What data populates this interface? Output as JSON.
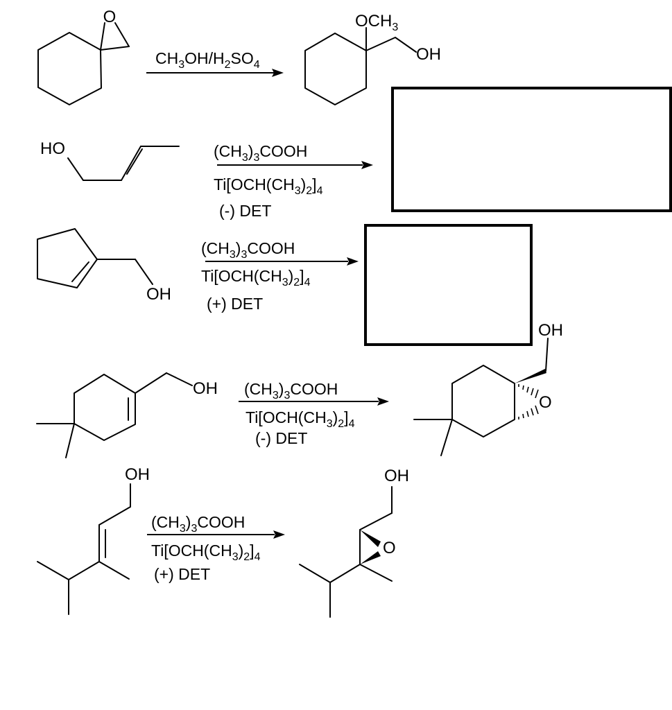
{
  "reactions": [
    {
      "id": "r1",
      "reagents": [
        [
          {
            "t": "CH"
          },
          {
            "t": "3",
            "sub": true
          },
          {
            "t": "OH/H"
          },
          {
            "t": "2",
            "sub": true
          },
          {
            "t": "SO"
          },
          {
            "t": "4",
            "sub": true
          }
        ]
      ],
      "product_labels": {
        "methoxy": [
          {
            "t": "OCH"
          },
          {
            "t": "3",
            "sub": true
          }
        ],
        "hydroxyl": "OH"
      },
      "reactant_labels": {
        "epoxide_o": "O"
      }
    },
    {
      "id": "r2",
      "reagents": [
        [
          {
            "t": "(CH"
          },
          {
            "t": "3",
            "sub": true
          },
          {
            "t": ")"
          },
          {
            "t": "3",
            "sub": true
          },
          {
            "t": "COOH"
          }
        ],
        [
          {
            "t": "Ti[OCH(CH"
          },
          {
            "t": "3",
            "sub": true
          },
          {
            "t": ")"
          },
          {
            "t": "2",
            "sub": true
          },
          {
            "t": "]"
          },
          {
            "t": "4",
            "sub": true
          }
        ],
        [
          {
            "t": "(-) DET"
          }
        ]
      ],
      "reactant_labels": {
        "hydroxyl": "HO"
      },
      "product": "blank-answer-box"
    },
    {
      "id": "r3",
      "reagents": [
        [
          {
            "t": "(CH"
          },
          {
            "t": "3",
            "sub": true
          },
          {
            "t": ")"
          },
          {
            "t": "3",
            "sub": true
          },
          {
            "t": "COOH"
          }
        ],
        [
          {
            "t": "Ti[OCH(CH"
          },
          {
            "t": "3",
            "sub": true
          },
          {
            "t": ")"
          },
          {
            "t": "2",
            "sub": true
          },
          {
            "t": "]"
          },
          {
            "t": "4",
            "sub": true
          }
        ],
        [
          {
            "t": "(+) DET"
          }
        ]
      ],
      "reactant_labels": {
        "hydroxyl": "OH"
      },
      "product": "blank-answer-box"
    },
    {
      "id": "r4",
      "reagents": [
        [
          {
            "t": "(CH"
          },
          {
            "t": "3",
            "sub": true
          },
          {
            "t": ")"
          },
          {
            "t": "3",
            "sub": true
          },
          {
            "t": "COOH"
          }
        ],
        [
          {
            "t": "Ti[OCH(CH"
          },
          {
            "t": "3",
            "sub": true
          },
          {
            "t": ")"
          },
          {
            "t": "2",
            "sub": true
          },
          {
            "t": "]"
          },
          {
            "t": "4",
            "sub": true
          }
        ],
        [
          {
            "t": "(-) DET"
          }
        ]
      ],
      "reactant_labels": {
        "hydroxyl": "OH"
      },
      "product_labels": {
        "hydroxyl": "OH",
        "epoxide_o": "O"
      }
    },
    {
      "id": "r5",
      "reagents": [
        [
          {
            "t": "(CH"
          },
          {
            "t": "3",
            "sub": true
          },
          {
            "t": ")"
          },
          {
            "t": "3",
            "sub": true
          },
          {
            "t": "COOH"
          }
        ],
        [
          {
            "t": "Ti[OCH(CH"
          },
          {
            "t": "3",
            "sub": true
          },
          {
            "t": ")"
          },
          {
            "t": "2",
            "sub": true
          },
          {
            "t": "]"
          },
          {
            "t": "4",
            "sub": true
          }
        ],
        [
          {
            "t": "(+) DET"
          }
        ]
      ],
      "reactant_labels": {
        "hydroxyl": "OH"
      },
      "product_labels": {
        "hydroxyl": "OH",
        "epoxide_o": "O"
      }
    }
  ]
}
